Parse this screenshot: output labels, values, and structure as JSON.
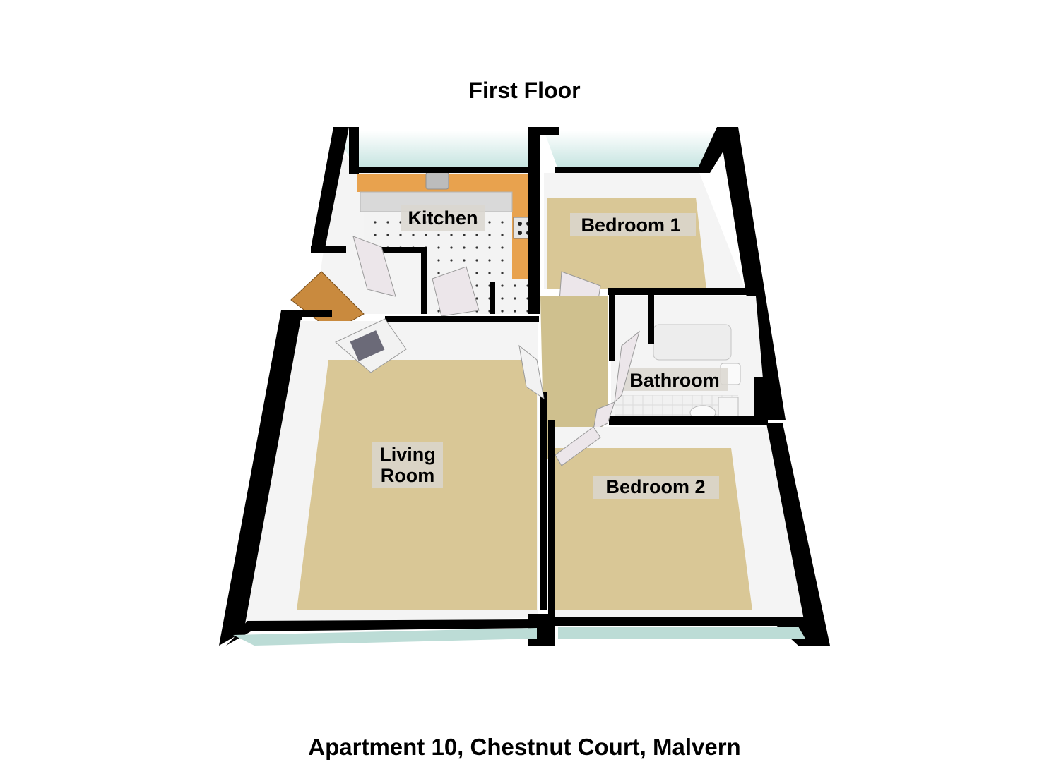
{
  "header": {
    "title": "First Floor"
  },
  "footer": {
    "address": "Apartment 10, Chestnut Court, Malvern"
  },
  "colors": {
    "wall": "#000000",
    "wall_inner": "#f4f4f4",
    "carpet": "#d9c796",
    "kitchen_worktop": "#e8a24e",
    "tile": "#f2f2f2",
    "window_glass": "#c9e6e2",
    "door_wood": "#c98a3e",
    "door_white": "#ece6ea"
  },
  "rooms": [
    {
      "id": "kitchen",
      "label": "Kitchen"
    },
    {
      "id": "bedroom1",
      "label": "Bedroom 1"
    },
    {
      "id": "bathroom",
      "label": "Bathroom"
    },
    {
      "id": "living",
      "label_line1": "Living",
      "label_line2": "Room"
    },
    {
      "id": "bedroom2",
      "label": "Bedroom 2"
    }
  ],
  "fixtures": [
    "sink-icon",
    "hob-icon",
    "bath-icon",
    "basin-icon",
    "toilet-icon"
  ]
}
